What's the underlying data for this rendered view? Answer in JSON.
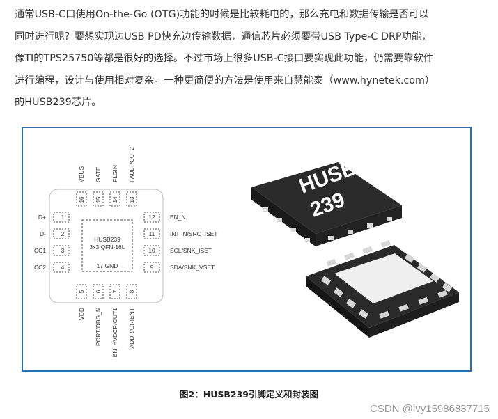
{
  "article": {
    "lines": [
      "通常USB-C口使用On-the-Go (OTG)功能的时候是比较耗电的，那么充电和数据传输是否可以",
      "同时进行呢？要想实现边USB PD快充边传输数据，通信芯片必须要带USB Type-C DRP功能，",
      "像TI的TPS25750等都是很好的选择。不过市场上很多USB-C接口要实现此功能，仍需要靠软件",
      "进行编程，设计与使用相对复杂。一种更简便的方法是使用来自慧能泰（www.hynetek.com）",
      "的HUSB239芯片。"
    ]
  },
  "figure": {
    "chip_name": "HUSB239",
    "package": "3x3 QFN-16L",
    "gnd_pin": "17 GND",
    "top_pins": [
      {
        "num": "16",
        "label": "VBUS"
      },
      {
        "num": "15",
        "label": "GATE"
      },
      {
        "num": "14",
        "label": "FLGIN"
      },
      {
        "num": "13",
        "label": "FAULT/OUT2"
      }
    ],
    "left_pins": [
      {
        "num": "1",
        "label": "D+"
      },
      {
        "num": "2",
        "label": "D-"
      },
      {
        "num": "3",
        "label": "CC1"
      },
      {
        "num": "4",
        "label": "CC2"
      }
    ],
    "right_pins": [
      {
        "num": "12",
        "label": "EN_N"
      },
      {
        "num": "11",
        "label": "INT_N/SRC_ISET"
      },
      {
        "num": "10",
        "label": "SCL/SNK_ISET"
      },
      {
        "num": "9",
        "label": "SDA/SNK_VSET"
      }
    ],
    "bottom_pins": [
      {
        "num": "5",
        "label": "VDD"
      },
      {
        "num": "6",
        "label": "PORT/DBG_N"
      },
      {
        "num": "7",
        "label": "EN_HVDCP/OUT1"
      },
      {
        "num": "8",
        "label": "ADDR/ORIENT"
      }
    ],
    "package_marking_line1": "HUSB",
    "package_marking_line2": "239"
  },
  "caption": "图2：HUSB239引脚定义和封装图",
  "watermark": "CSDN @ivy15986837715",
  "colors": {
    "frame_border": "#2b6fb0",
    "chip_body": "#2a2a2a",
    "pad": "#d9d9d9"
  }
}
